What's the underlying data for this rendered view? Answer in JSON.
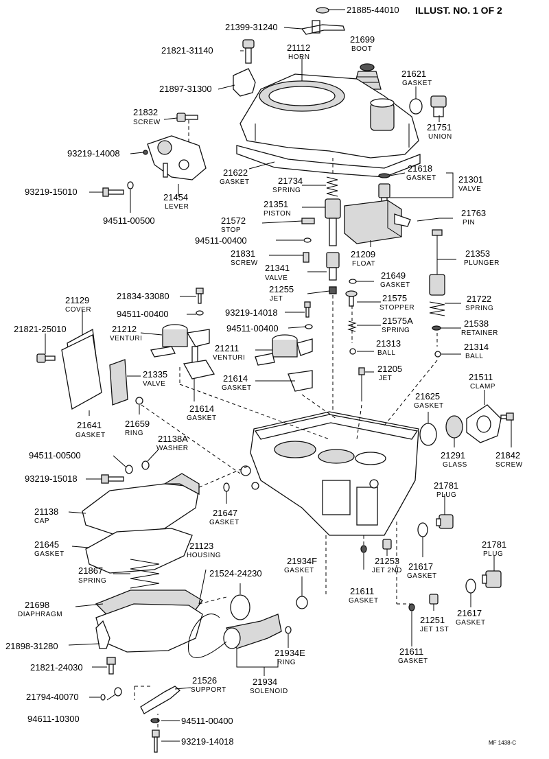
{
  "header": {
    "illust": "ILLUST. NO. 1 OF 2",
    "code": "MF  1438-C"
  },
  "labels": [
    {
      "id": "l21885",
      "num": "21885-44010",
      "name": ""
    },
    {
      "id": "l21399",
      "num": "21399-31240",
      "name": ""
    },
    {
      "id": "l21699",
      "num": "21699",
      "name": "BOOT"
    },
    {
      "id": "l21821a",
      "num": "21821-31140",
      "name": ""
    },
    {
      "id": "l21112",
      "num": "21112",
      "name": "HORN"
    },
    {
      "id": "l21621",
      "num": "21621",
      "name": "GASKET"
    },
    {
      "id": "l21897",
      "num": "21897-31300",
      "name": ""
    },
    {
      "id": "l21832",
      "num": "21832",
      "name": "SCREW"
    },
    {
      "id": "l21751",
      "num": "21751",
      "name": "UNION"
    },
    {
      "id": "l93219a",
      "num": "93219-14008",
      "name": ""
    },
    {
      "id": "l21622",
      "num": "21622",
      "name": "GASKET"
    },
    {
      "id": "l21618",
      "num": "21618",
      "name": "GASKET"
    },
    {
      "id": "l21301",
      "num": "21301",
      "name": "VALVE"
    },
    {
      "id": "l21734",
      "num": "21734",
      "name": "SPRING"
    },
    {
      "id": "l93219b",
      "num": "93219-15010",
      "name": ""
    },
    {
      "id": "l21454",
      "num": "21454",
      "name": "LEVER"
    },
    {
      "id": "l21351",
      "num": "21351",
      "name": "PISTON"
    },
    {
      "id": "l21763",
      "num": "21763",
      "name": "PIN"
    },
    {
      "id": "l94511a",
      "num": "94511-00500",
      "name": ""
    },
    {
      "id": "l21572",
      "num": "21572",
      "name": "STOP"
    },
    {
      "id": "l94511b",
      "num": "94511-00400",
      "name": ""
    },
    {
      "id": "l21209",
      "num": "21209",
      "name": "FLOAT"
    },
    {
      "id": "l21353",
      "num": "21353",
      "name": "PLUNGER"
    },
    {
      "id": "l21831",
      "num": "21831",
      "name": "SCREW"
    },
    {
      "id": "l21341",
      "num": "21341",
      "name": "VALVE"
    },
    {
      "id": "l21649",
      "num": "21649",
      "name": "GASKET"
    },
    {
      "id": "l21255",
      "num": "21255",
      "name": "JET"
    },
    {
      "id": "l21834",
      "num": "21834-33080",
      "name": ""
    },
    {
      "id": "l21575",
      "num": "21575",
      "name": "STOPPER"
    },
    {
      "id": "l21722",
      "num": "21722",
      "name": "SPRING"
    },
    {
      "id": "l21129",
      "num": "21129",
      "name": "COVER"
    },
    {
      "id": "l94511c",
      "num": "94511-00400",
      "name": ""
    },
    {
      "id": "l93219c",
      "num": "93219-14018",
      "name": ""
    },
    {
      "id": "l21575a",
      "num": "21575A",
      "name": "SPRING"
    },
    {
      "id": "l21538",
      "num": "21538",
      "name": "RETAINER"
    },
    {
      "id": "l21821b",
      "num": "21821-25010",
      "name": ""
    },
    {
      "id": "l21212",
      "num": "21212",
      "name": "VENTURI"
    },
    {
      "id": "l94511d",
      "num": "94511-00400",
      "name": ""
    },
    {
      "id": "l21211",
      "num": "21211",
      "name": "VENTURI"
    },
    {
      "id": "l21313",
      "num": "21313",
      "name": "BALL"
    },
    {
      "id": "l21314",
      "num": "21314",
      "name": "BALL"
    },
    {
      "id": "l21335",
      "num": "21335",
      "name": "VALVE"
    },
    {
      "id": "l21205",
      "num": "21205",
      "name": "JET"
    },
    {
      "id": "l21511",
      "num": "21511",
      "name": "CLAMP"
    },
    {
      "id": "l21614a",
      "num": "21614",
      "name": "GASKET"
    },
    {
      "id": "l21625",
      "num": "21625",
      "name": "GASKET"
    },
    {
      "id": "l21614b",
      "num": "21614",
      "name": "GASKET"
    },
    {
      "id": "l21641",
      "num": "21641",
      "name": "GASKET"
    },
    {
      "id": "l21659",
      "num": "21659",
      "name": "RING"
    },
    {
      "id": "l21138a",
      "num": "21138A",
      "name": "WASHER"
    },
    {
      "id": "l94511e",
      "num": "94511-00500",
      "name": ""
    },
    {
      "id": "l21291",
      "num": "21291",
      "name": "GLASS"
    },
    {
      "id": "l21842",
      "num": "21842",
      "name": "SCREW"
    },
    {
      "id": "l93219d",
      "num": "93219-15018",
      "name": ""
    },
    {
      "id": "l21781a",
      "num": "21781",
      "name": "PLUG"
    },
    {
      "id": "l21138",
      "num": "21138",
      "name": "CAP"
    },
    {
      "id": "l21647",
      "num": "21647",
      "name": "GASKET"
    },
    {
      "id": "l21645",
      "num": "21645",
      "name": "GASKET"
    },
    {
      "id": "l21123",
      "num": "21123",
      "name": "HOUSING"
    },
    {
      "id": "l21781b",
      "num": "21781",
      "name": "PLUG"
    },
    {
      "id": "l21253",
      "num": "21253",
      "name": "JET 2ND"
    },
    {
      "id": "l21617a",
      "num": "21617",
      "name": "GASKET"
    },
    {
      "id": "l21867",
      "num": "21867",
      "name": "SPRING"
    },
    {
      "id": "l21524",
      "num": "21524-24230",
      "name": ""
    },
    {
      "id": "l21934f",
      "num": "21934F",
      "name": "GASKET"
    },
    {
      "id": "l21611a",
      "num": "21611",
      "name": "GASKET"
    },
    {
      "id": "l21698",
      "num": "21698",
      "name": "DIAPHRAGM"
    },
    {
      "id": "l21617b",
      "num": "21617",
      "name": "GASKET"
    },
    {
      "id": "l21251",
      "num": "21251",
      "name": "JET 1ST"
    },
    {
      "id": "l21898",
      "num": "21898-31280",
      "name": ""
    },
    {
      "id": "l21934e",
      "num": "21934E",
      "name": "RING"
    },
    {
      "id": "l21611b",
      "num": "21611",
      "name": "GASKET"
    },
    {
      "id": "l21821c",
      "num": "21821-24030",
      "name": ""
    },
    {
      "id": "l21934",
      "num": "21934",
      "name": "SOLENOID"
    },
    {
      "id": "l21526",
      "num": "21526",
      "name": "SUPPORT"
    },
    {
      "id": "l21794",
      "num": "21794-40070",
      "name": ""
    },
    {
      "id": "l94611",
      "num": "94611-10300",
      "name": ""
    },
    {
      "id": "l94511f",
      "num": "94511-00400",
      "name": ""
    },
    {
      "id": "l93219e",
      "num": "93219-14018",
      "name": ""
    }
  ]
}
